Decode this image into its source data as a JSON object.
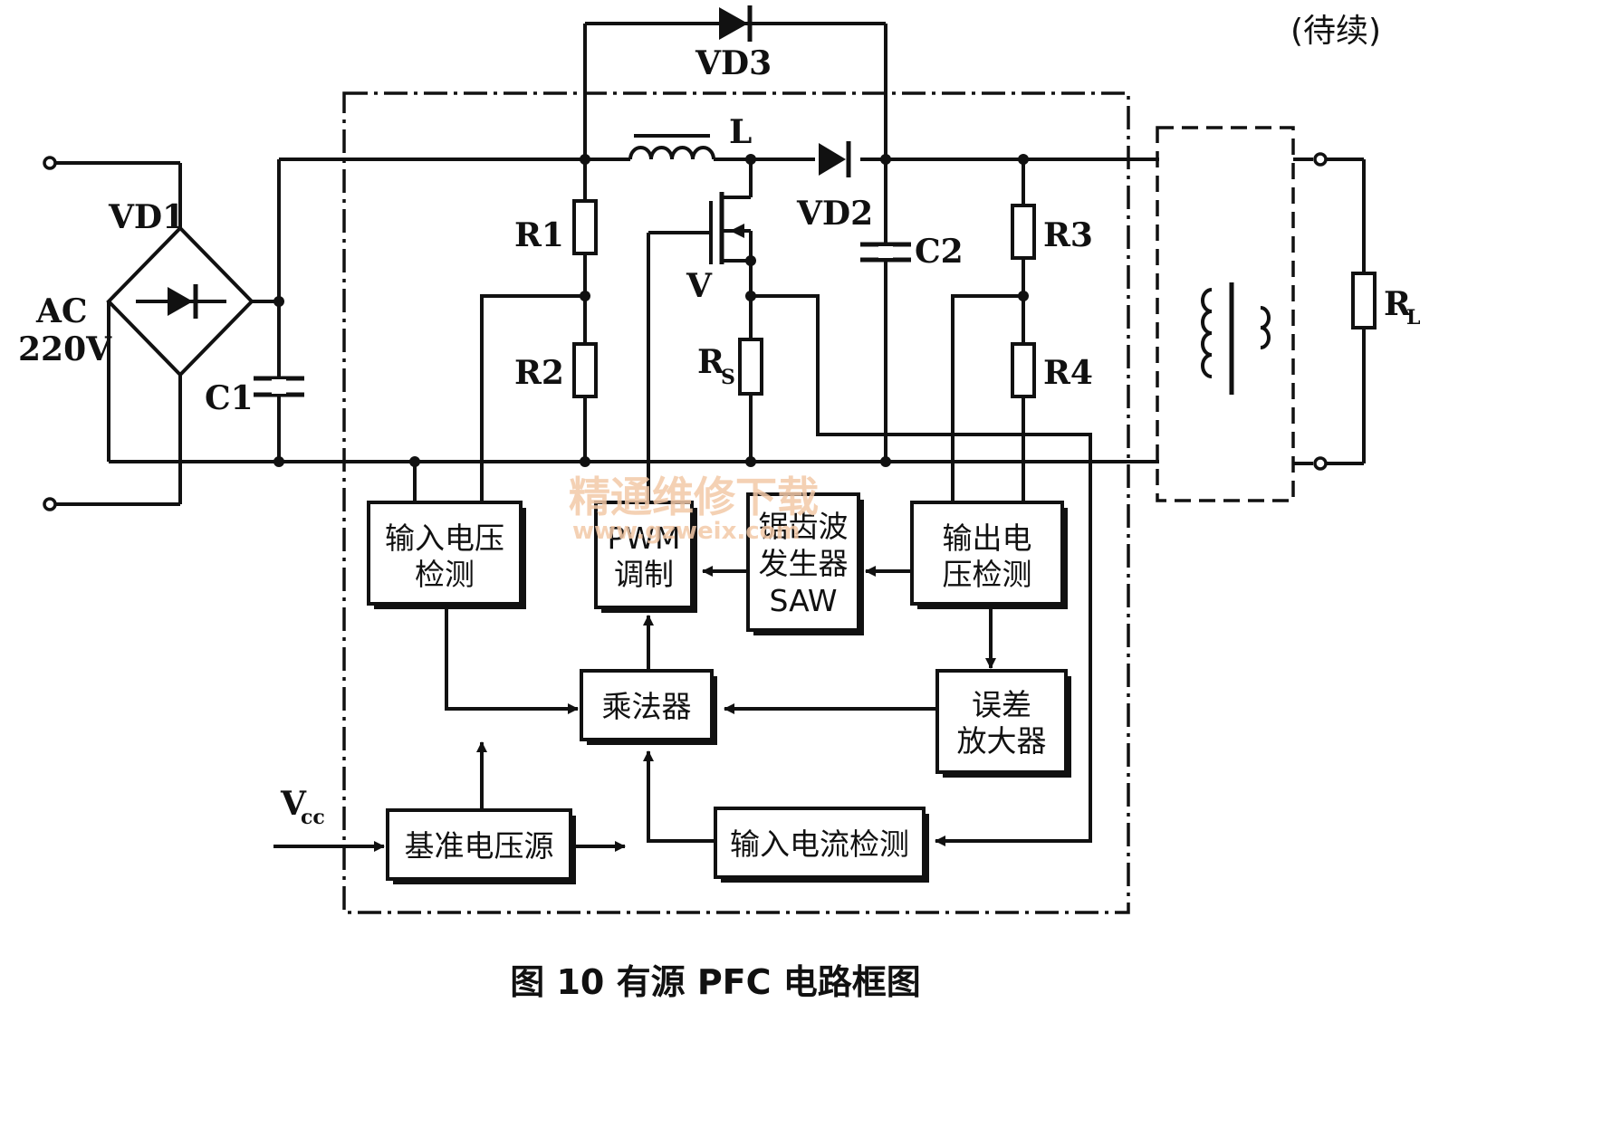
{
  "status": "(待续)",
  "caption": "图 10 有源 PFC 电路框图",
  "watermark": {
    "line1": "精通维修下载",
    "line2": "www.gzweix.com"
  },
  "components": {
    "vd1": "VD1",
    "vd2": "VD2",
    "vd3": "VD3",
    "ac_line1": "AC",
    "ac_line2": "220V",
    "c1": "C1",
    "c2": "C2",
    "l": "L",
    "r1": "R1",
    "r2": "R2",
    "r3": "R3",
    "r4": "R4",
    "v": "V",
    "rs_main": "R",
    "rs_sub": "S",
    "rl_main": "R",
    "rl_sub": "L",
    "vcc_main": "V",
    "vcc_sub": "cc"
  },
  "blocks": {
    "input_voltage_detect": {
      "line1": "输入电压",
      "line2": "检测"
    },
    "pwm": {
      "line1": "PWM",
      "line2": "调制"
    },
    "saw": {
      "line1": "锯齿波",
      "line2": "发生器",
      "line3": "SAW"
    },
    "output_voltage_detect": {
      "line1": "输出电",
      "line2": "压检测"
    },
    "multiplier": {
      "label": "乘法器"
    },
    "error_amp": {
      "line1": "误差",
      "line2": "放大器"
    },
    "reference": {
      "label": "基准电压源"
    },
    "input_current_detect": {
      "label": "输入电流检测"
    }
  }
}
